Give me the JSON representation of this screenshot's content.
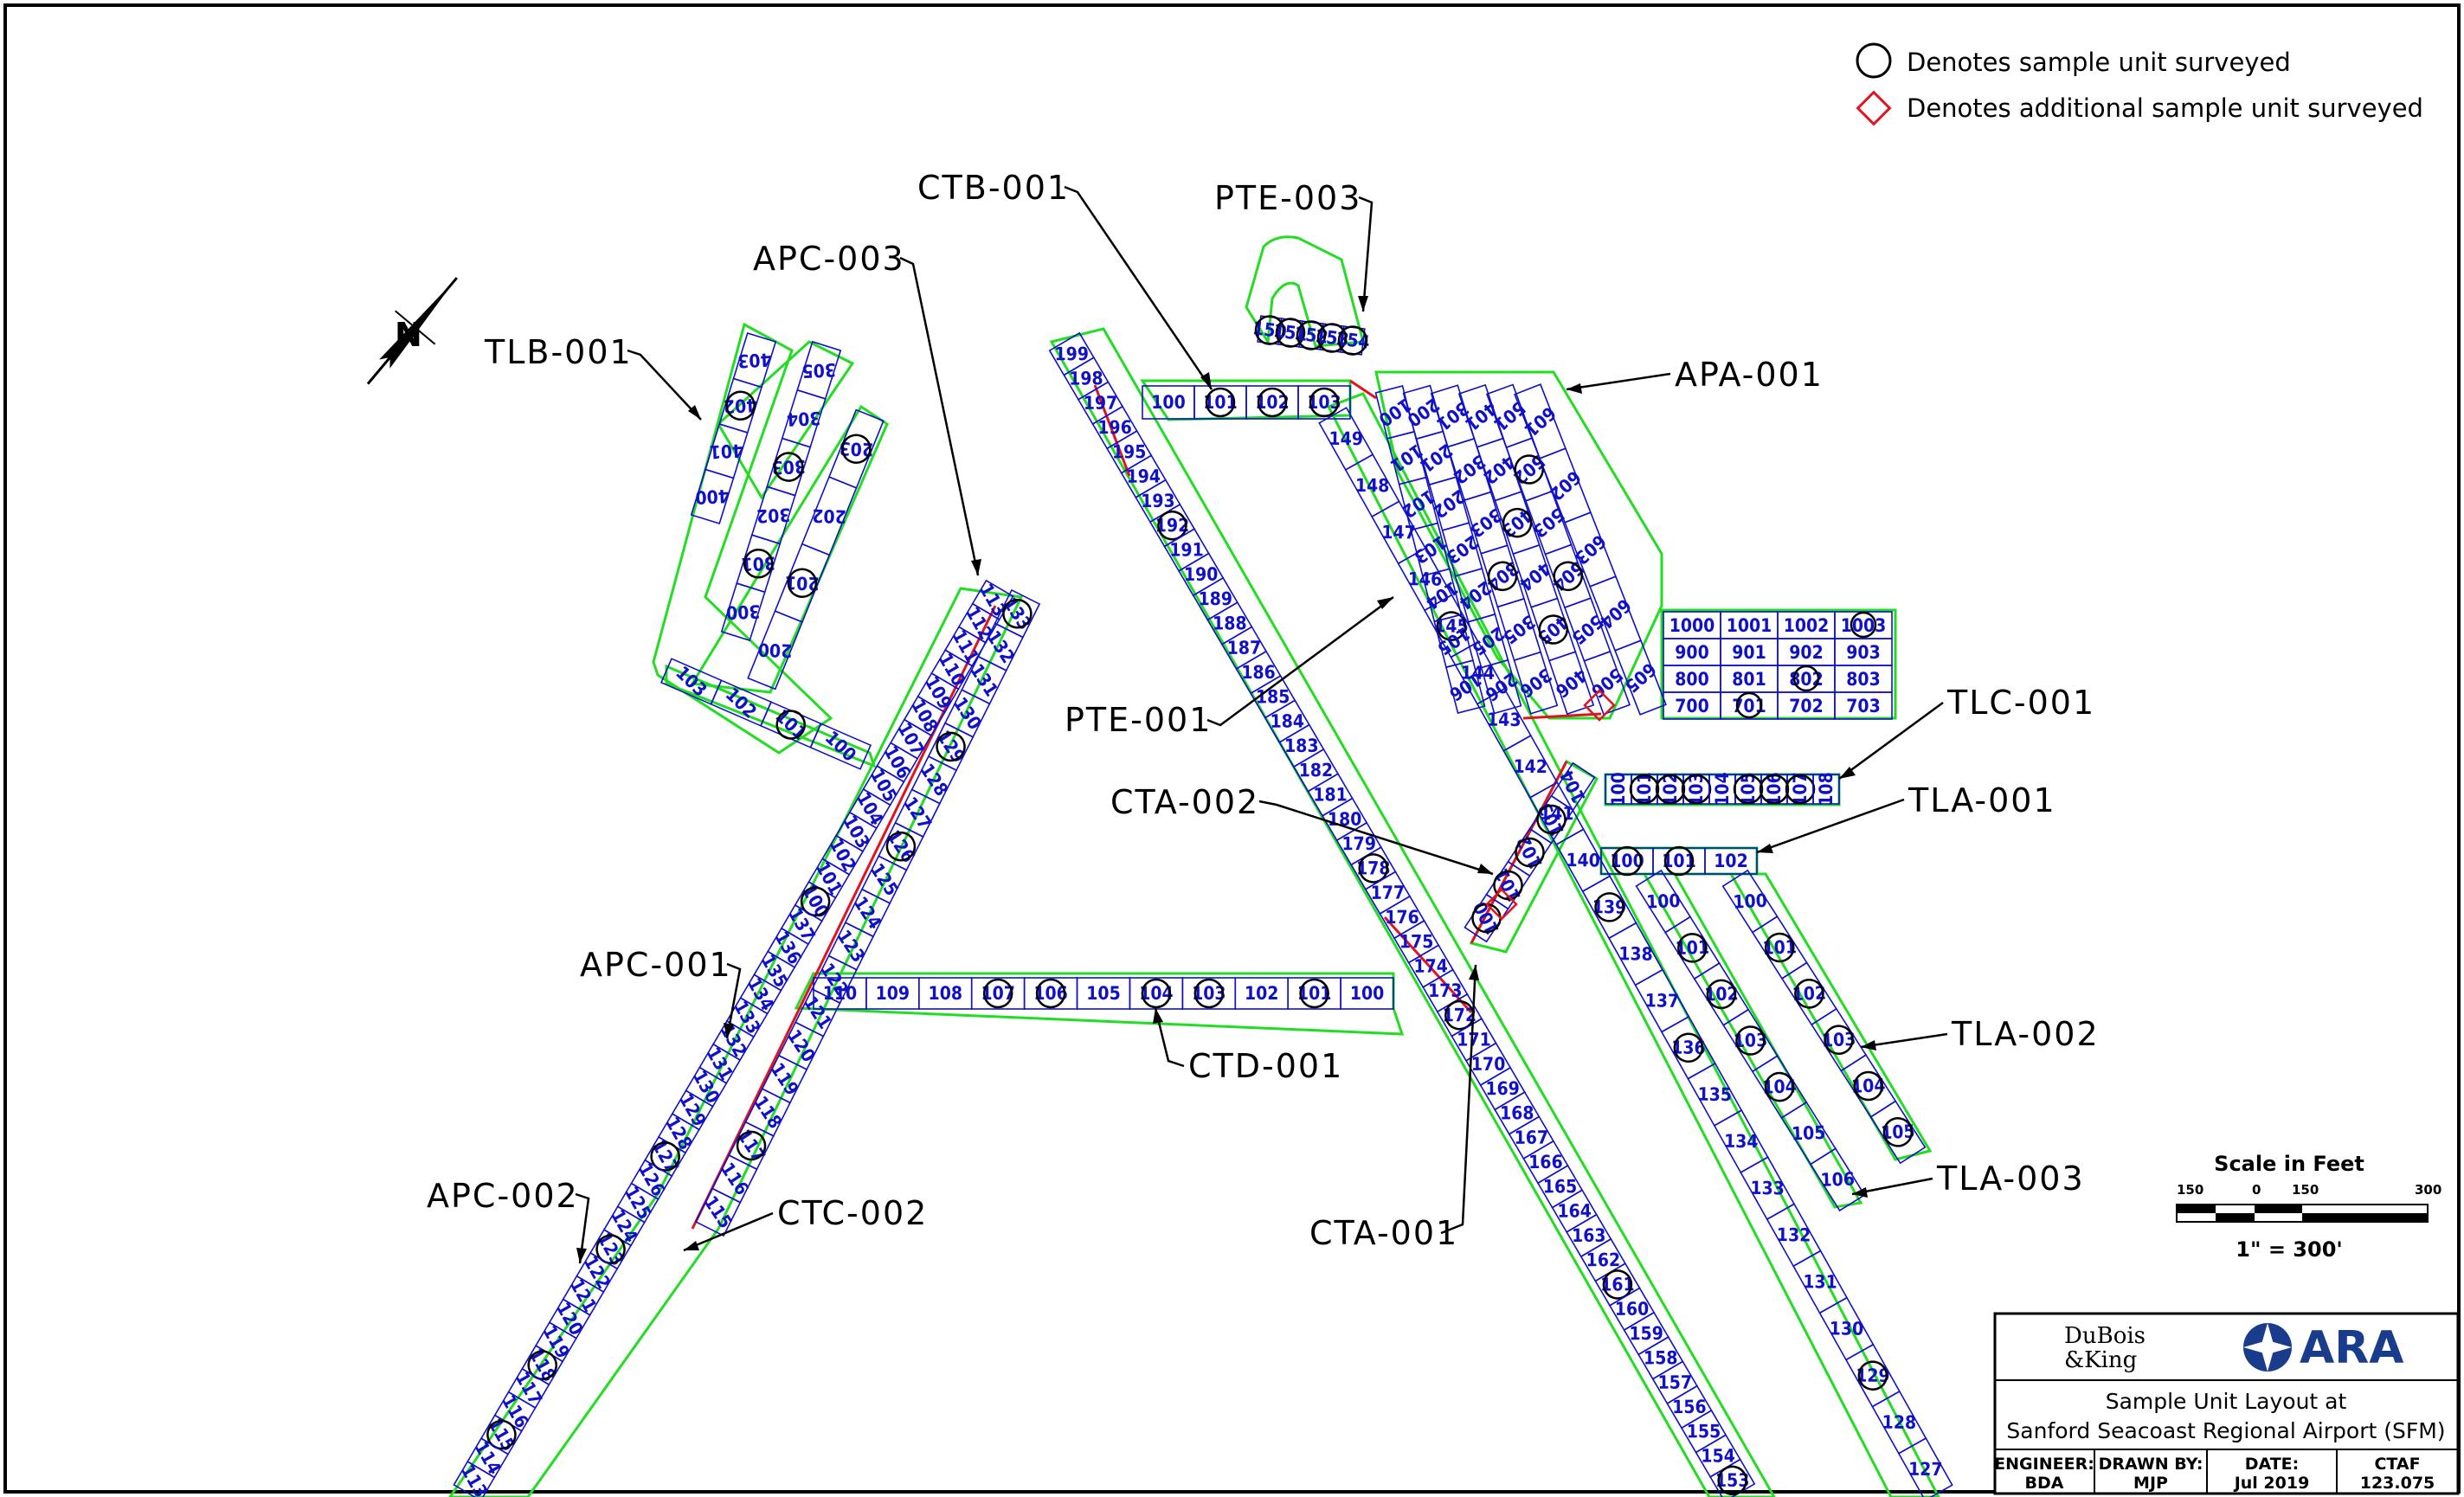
{
  "legend": {
    "surveyed": "Denotes sample unit surveyed",
    "additional": "Denotes additional sample unit surveyed"
  },
  "callouts": {
    "tlb001": "TLB-001",
    "apc003": "APC-003",
    "ctb001": "CTB-001",
    "pte003": "PTE-003",
    "apa001": "APA-001",
    "pte001": "PTE-001",
    "tlc001": "TLC-001",
    "cta002": "CTA-002",
    "tla001": "TLA-001",
    "apc001": "APC-001",
    "ctd001": "CTD-001",
    "tla002": "TLA-002",
    "apc002": "APC-002",
    "ctc002": "CTC-002",
    "cta001": "CTA-001",
    "tla003": "TLA-003"
  },
  "scale": {
    "title": "Scale in Feet",
    "ticks": [
      "150",
      "0",
      "150",
      "300"
    ],
    "ratio": "1\" = 300'"
  },
  "title_block": {
    "logo_dk": "DuBois & King",
    "logo_ara": "ARA",
    "title_line1": "Sample Unit Layout at",
    "title_line2": "Sanford Seacoast Regional Airport (SFM)",
    "engineer_label": "ENGINEER:",
    "engineer": "BDA",
    "drawn_label": "DRAWN BY:",
    "drawn": "MJP",
    "date_label": "DATE:",
    "date": "Jul 2019",
    "project_label": "CTAF",
    "project": "123.075"
  },
  "grid": {
    "rows": [
      [
        "1000",
        "1001",
        "1002",
        "1003"
      ],
      [
        "900",
        "901",
        "902",
        "903"
      ],
      [
        "800",
        "801",
        "802",
        "803"
      ],
      [
        "700",
        "701",
        "702",
        "703"
      ]
    ]
  },
  "ctd_units": [
    "110",
    "109",
    "108",
    "107",
    "106",
    "105",
    "104",
    "103",
    "102",
    "101",
    "100"
  ],
  "pte001_units": [
    "199",
    "198",
    "197",
    "196",
    "195",
    "194",
    "193",
    "192",
    "191",
    "190",
    "189",
    "188",
    "187",
    "186",
    "185",
    "184",
    "183",
    "182",
    "181",
    "180",
    "179",
    "178",
    "177",
    "176",
    "175",
    "174",
    "173",
    "172",
    "171",
    "170",
    "169",
    "168",
    "167",
    "166",
    "165",
    "164",
    "163",
    "162",
    "161",
    "160",
    "159",
    "158",
    "157",
    "156",
    "155",
    "154",
    "153"
  ],
  "apc_left_units": [
    "113",
    "112",
    "111",
    "110",
    "109",
    "108",
    "107",
    "106",
    "105",
    "104",
    "103",
    "102",
    "101",
    "100",
    "137",
    "136",
    "135",
    "134",
    "133",
    "132",
    "131",
    "130",
    "129",
    "128",
    "127",
    "126",
    "125",
    "124",
    "123",
    "122",
    "121",
    "120",
    "119",
    "118",
    "117",
    "116",
    "115",
    "114",
    "113"
  ],
  "apc_right_units": [
    "133",
    "132",
    "131",
    "130",
    "129",
    "128",
    "127",
    "126",
    "125",
    "124",
    "123",
    "122",
    "121",
    "120",
    "119",
    "118",
    "117",
    "116",
    "115"
  ],
  "ctb_units": [
    "100",
    "101",
    "102",
    "103"
  ],
  "cta_right_units": [
    "149",
    "148",
    "147",
    "146",
    "145",
    "144",
    "143",
    "142",
    "141",
    "140",
    "139",
    "138",
    "137",
    "136",
    "135",
    "134",
    "133",
    "132",
    "131",
    "130",
    "129",
    "128",
    "127"
  ],
  "apa_units": [
    [
      "100",
      "101",
      "102",
      "103",
      "104",
      "105",
      "106"
    ],
    [
      "200",
      "201",
      "202",
      "203",
      "204",
      "205",
      "206"
    ],
    [
      "301",
      "302",
      "303",
      "304",
      "305",
      "306"
    ],
    [
      "401",
      "402",
      "403",
      "404",
      "405",
      "406"
    ],
    [
      "501",
      "502",
      "503",
      "504",
      "505",
      "506"
    ],
    [
      "601",
      "602",
      "603",
      "604",
      "605"
    ]
  ],
  "tlb_units": [
    "403",
    "402",
    "401",
    "400",
    "305",
    "304",
    "303",
    "302",
    "301",
    "300",
    "203",
    "202",
    "201",
    "200",
    "103",
    "102",
    "101",
    "100"
  ],
  "tlc_units": [
    "100",
    "101",
    "102",
    "103",
    "104",
    "105",
    "106",
    "107",
    "108"
  ],
  "tla001_units": [
    "100",
    "101",
    "102"
  ],
  "tla002_units": [
    "100",
    "101",
    "102",
    "103",
    "104",
    "105"
  ],
  "tla003_units": [
    "100",
    "101",
    "102",
    "103",
    "104",
    "105",
    "106"
  ],
  "pte003_units": [
    "150",
    "151",
    "152",
    "153",
    "154"
  ],
  "cta002_units": [
    "100",
    "101",
    "102",
    "103",
    "104"
  ]
}
